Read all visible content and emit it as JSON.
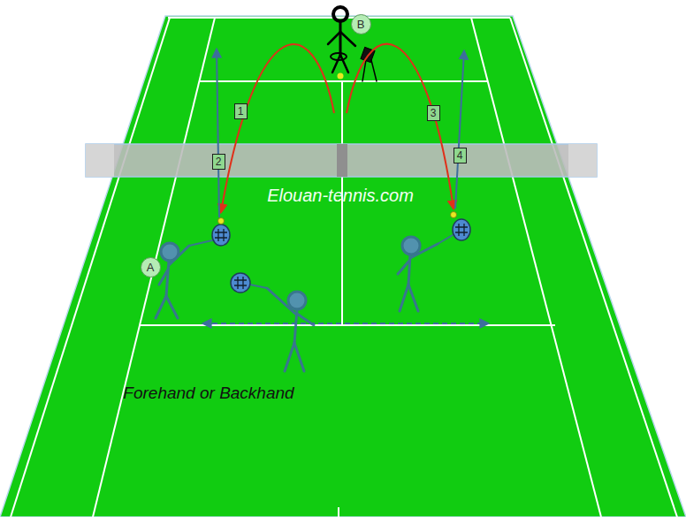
{
  "diagram": {
    "labels": [
      "B",
      "1",
      "2",
      "3",
      "4",
      "Elouan-tennis.com",
      "A",
      "Forehand or Backhand"
    ]
  }
}
